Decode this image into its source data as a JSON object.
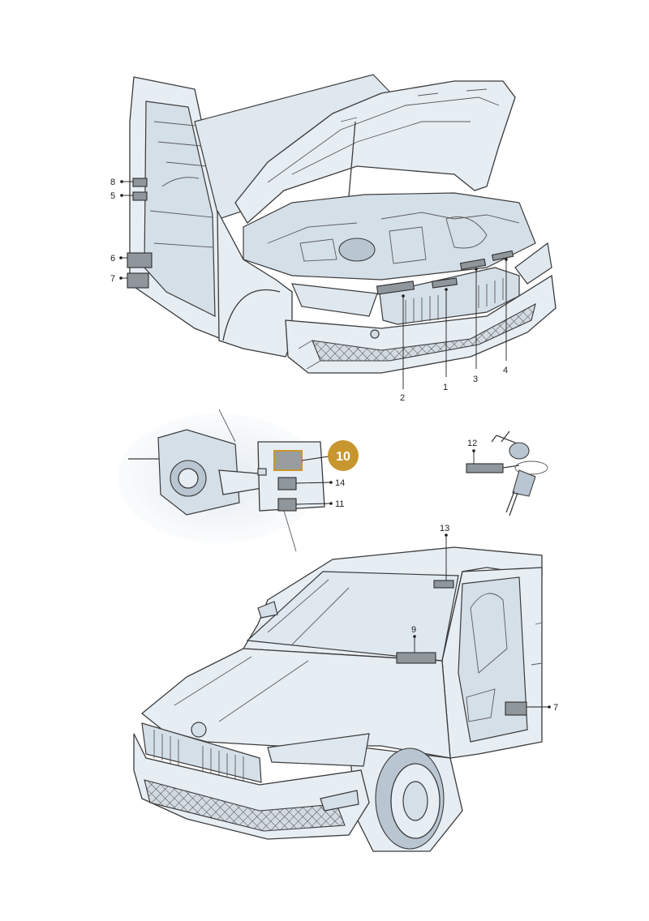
{
  "diagram": {
    "callouts": [
      {
        "id": "c1",
        "number": "1"
      },
      {
        "id": "c2",
        "number": "2"
      },
      {
        "id": "c3",
        "number": "3"
      },
      {
        "id": "c4",
        "number": "4"
      },
      {
        "id": "c5",
        "number": "5"
      },
      {
        "id": "c6",
        "number": "6"
      },
      {
        "id": "c7a",
        "number": "7"
      },
      {
        "id": "c8",
        "number": "8"
      },
      {
        "id": "c9",
        "number": "9"
      },
      {
        "id": "c10",
        "number": "10"
      },
      {
        "id": "c11",
        "number": "11"
      },
      {
        "id": "c12",
        "number": "12"
      },
      {
        "id": "c13",
        "number": "13"
      },
      {
        "id": "c14",
        "number": "14"
      },
      {
        "id": "c7b",
        "number": "7"
      }
    ],
    "highlight_color": "#c8962e",
    "label_color": "#8f969c",
    "body_color": "#e6edf3"
  }
}
